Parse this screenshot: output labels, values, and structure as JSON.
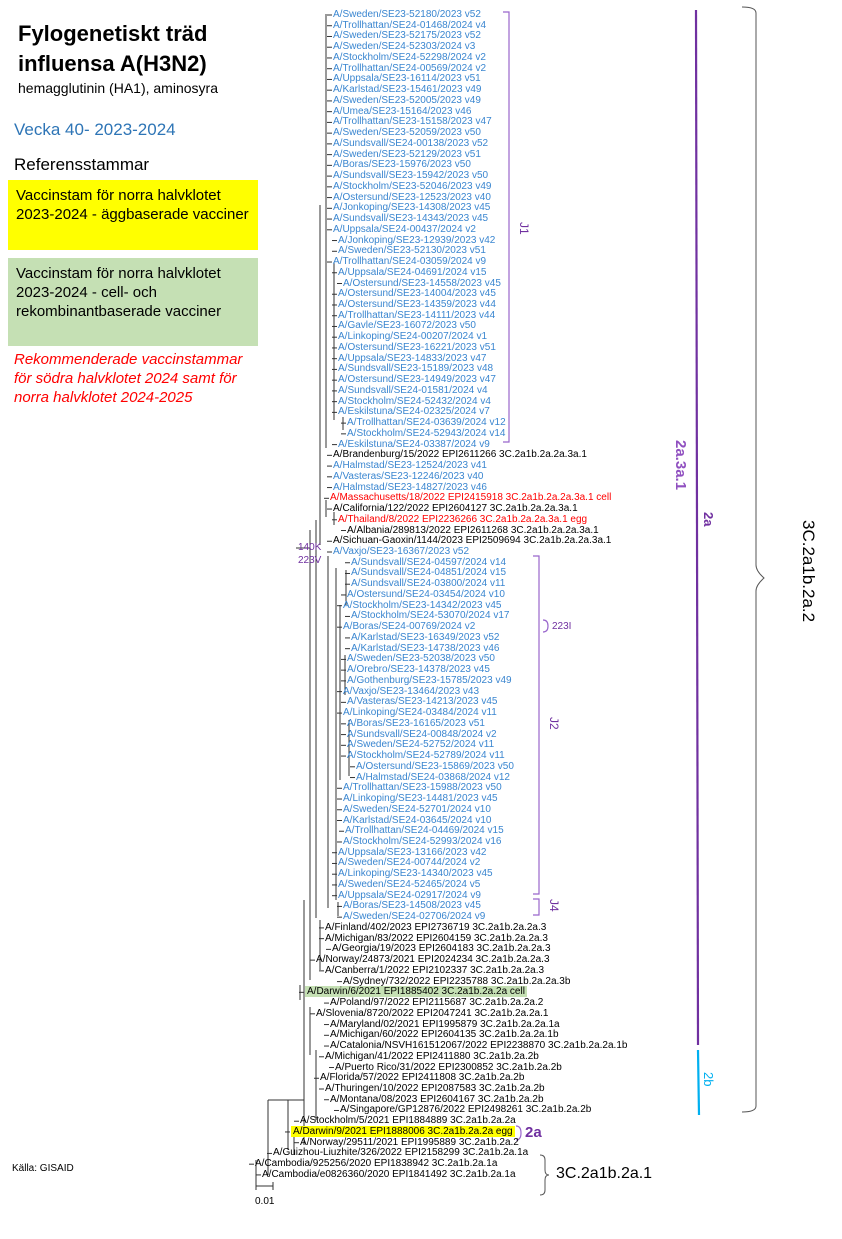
{
  "header": {
    "title_line1": "Fylogenetiskt träd",
    "title_line2": "influensa A(H3N2)",
    "subtitle": "hemagglutinin (HA1), aminosyra",
    "week": "Vecka 40-  2023-2024",
    "reference_heading": "Referensstammar"
  },
  "legend": {
    "egg_vaccine": "Vaccinstam för norra halvklotet 2023-2024 - äggbaserade vacciner",
    "cell_vaccine": "Vaccinstam för norra halvklotet 2023-2024 - cell- och rekombinantbaserade vacciner",
    "recommended": "Rekommenderade vaccinstammar för södra halvklotet 2024 samt för norra halvklotet 2024-2025"
  },
  "source": "Källa: GISAID",
  "scale_bar": "0.01",
  "colors": {
    "blue": "#3a86d0",
    "red": "#ff0000",
    "purple": "#7030a0",
    "cyan": "#00b0f0",
    "yellow": "#ffff00",
    "green": "#c5e0b4"
  },
  "annotations": {
    "j1": "J1",
    "j2": "J2",
    "j4": "J4",
    "m223i": "223I",
    "m140k": "140K",
    "m223v": "223V",
    "clade_2a3a1": "2a.3a.1",
    "clade_2a": "2a",
    "clade_2b": "2b",
    "clade_2a_small": "2a",
    "clade_main": "3C.2a1b.2a.2",
    "clade_2a1": "3C.2a1b.2a.1"
  },
  "leaves": [
    {
      "t": "A/Sweden/SE23-52180/2023 v52",
      "c": "b",
      "d": 0
    },
    {
      "t": "A/Trollhattan/SE24-01468/2024 v4",
      "c": "b",
      "d": 0
    },
    {
      "t": "A/Sweden/SE23-52175/2023 v52",
      "c": "b",
      "d": 0
    },
    {
      "t": "A/Sweden/SE24-52303/2024 v3",
      "c": "b",
      "d": 0
    },
    {
      "t": "A/Stockholm/SE24-52298/2024 v2",
      "c": "b",
      "d": 0
    },
    {
      "t": "A/Trollhattan/SE24-00569/2024 v2",
      "c": "b",
      "d": 0
    },
    {
      "t": "A/Uppsala/SE23-16114/2023 v51",
      "c": "b",
      "d": 0
    },
    {
      "t": "A/Karlstad/SE23-15461/2023 v49",
      "c": "b",
      "d": 0
    },
    {
      "t": "A/Sweden/SE23-52005/2023 v49",
      "c": "b",
      "d": 0
    },
    {
      "t": "A/Umea/SE23-15164/2023 v46",
      "c": "b",
      "d": 0
    },
    {
      "t": "A/Trollhattan/SE23-15158/2023 v47",
      "c": "b",
      "d": 0
    },
    {
      "t": "A/Sweden/SE23-52059/2023 v50",
      "c": "b",
      "d": 0
    },
    {
      "t": "A/Sundsvall/SE24-00138/2023 v52",
      "c": "b",
      "d": 0
    },
    {
      "t": "A/Sweden/SE23-52129/2023 v51",
      "c": "b",
      "d": 0
    },
    {
      "t": "A/Boras/SE23-15976/2023 v50",
      "c": "b",
      "d": 0
    },
    {
      "t": "A/Sundsvall/SE23-15942/2023 v50",
      "c": "b",
      "d": 0
    },
    {
      "t": "A/Stockholm/SE23-52046/2023 v49",
      "c": "b",
      "d": 0
    },
    {
      "t": "A/Ostersund/SE23-12523/2023 v40",
      "c": "b",
      "d": 0
    },
    {
      "t": "A/Jonkoping/SE23-14308/2023 v45",
      "c": "b",
      "d": 0
    },
    {
      "t": "A/Sundsvall/SE23-14343/2023 v45",
      "c": "b",
      "d": 0
    },
    {
      "t": "A/Uppsala/SE24-00437/2024 v2",
      "c": "b",
      "d": 0
    },
    {
      "t": "A/Jonkoping/SE23-12939/2023 v42",
      "c": "b",
      "d": 5
    },
    {
      "t": "A/Sweden/SE23-52130/2023 v51",
      "c": "b",
      "d": 5
    },
    {
      "t": "A/Trollhattan/SE24-03059/2024 v9",
      "c": "b",
      "d": 0
    },
    {
      "t": "A/Uppsala/SE24-04691/2024 v15",
      "c": "b",
      "d": 5
    },
    {
      "t": "A/Ostersund/SE23-14558/2023 v45",
      "c": "b",
      "d": 10
    },
    {
      "t": "A/Ostersund/SE23-14004/2023 v45",
      "c": "b",
      "d": 5
    },
    {
      "t": "A/Ostersund/SE23-14359/2023 v44",
      "c": "b",
      "d": 5
    },
    {
      "t": "A/Trollhattan/SE23-14111/2023 v44",
      "c": "b",
      "d": 5
    },
    {
      "t": "A/Gavle/SE23-16072/2023 v50",
      "c": "b",
      "d": 5
    },
    {
      "t": "A/Linkoping/SE24-00207/2024 v1",
      "c": "b",
      "d": 5
    },
    {
      "t": "A/Ostersund/SE23-16221/2023 v51",
      "c": "b",
      "d": 5
    },
    {
      "t": "A/Uppsala/SE23-14833/2023 v47",
      "c": "b",
      "d": 5
    },
    {
      "t": "A/Sundsvall/SE23-15189/2023 v48",
      "c": "b",
      "d": 5
    },
    {
      "t": "A/Ostersund/SE23-14949/2023 v47",
      "c": "b",
      "d": 5
    },
    {
      "t": "A/Sundsvall/SE24-01581/2024 v4",
      "c": "b",
      "d": 5
    },
    {
      "t": "A/Stockholm/SE24-52432/2024 v4",
      "c": "b",
      "d": 5
    },
    {
      "t": "A/Eskilstuna/SE24-02325/2024 v7",
      "c": "b",
      "d": 5
    },
    {
      "t": "A/Trollhattan/SE24-03639/2024 v12",
      "c": "b",
      "d": 14
    },
    {
      "t": "A/Stockholm/SE24-52943/2024 v14",
      "c": "b",
      "d": 14
    },
    {
      "t": "A/Eskilstuna/SE24-03387/2024 v9",
      "c": "b",
      "d": 5
    },
    {
      "t": "A/Brandenburg/15/2022 EPI2611266 3C.2a1b.2a.2a.3a.1",
      "c": "k",
      "d": 0
    },
    {
      "t": "A/Halmstad/SE23-12524/2023 v41",
      "c": "b",
      "d": 0
    },
    {
      "t": "A/Vasteras/SE23-12246/2023 v40",
      "c": "b",
      "d": 0
    },
    {
      "t": "A/Halmstad/SE23-14827/2023 v46",
      "c": "b",
      "d": 0
    },
    {
      "t": "A/Massachusetts/18/2022 EPI2415918 3C.2a1b.2a.2a.3a.1 cell",
      "c": "r",
      "d": -3
    },
    {
      "t": "A/California/122/2022 EPI2604127 3C.2a1b.2a.2a.3a.1",
      "c": "k",
      "d": 0
    },
    {
      "t": "A/Thailand/8/2022 EPI2236266 3C.2a1b.2a.2a.3a.1 egg",
      "c": "r",
      "d": 5
    },
    {
      "t": "A/Albania/289813/2022 EPI2611268 3C.2a1b.2a.2a.3a.1",
      "c": "k",
      "d": 14
    },
    {
      "t": "A/Sichuan-Gaoxin/1144/2023 EPI2509694 3C.2a1b.2a.2a.3a.1",
      "c": "k",
      "d": 0
    },
    {
      "t": "A/Vaxjo/SE23-16367/2023 v52",
      "c": "b",
      "d": 0
    },
    {
      "t": "A/Sundsvall/SE24-04597/2024 v14",
      "c": "b",
      "d": 18
    },
    {
      "t": "A/Sundsvall/SE24-04851/2024 v15",
      "c": "b",
      "d": 18
    },
    {
      "t": "A/Sundsvall/SE24-03800/2024 v11",
      "c": "b",
      "d": 18
    },
    {
      "t": "A/Ostersund/SE24-03454/2024 v10",
      "c": "b",
      "d": 14
    },
    {
      "t": "A/Stockholm/SE23-14342/2023 v45",
      "c": "b",
      "d": 10
    },
    {
      "t": "A/Stockholm/SE24-53070/2024 v17",
      "c": "b",
      "d": 18
    },
    {
      "t": "A/Boras/SE24-00769/2024 v2",
      "c": "b",
      "d": 10
    },
    {
      "t": "A/Karlstad/SE23-16349/2023 v52",
      "c": "b",
      "d": 18
    },
    {
      "t": "A/Karlstad/SE23-14738/2023 v46",
      "c": "b",
      "d": 18
    },
    {
      "t": "A/Sweden/SE23-52038/2023 v50",
      "c": "b",
      "d": 14
    },
    {
      "t": "A/Orebro/SE23-14378/2023 v45",
      "c": "b",
      "d": 14
    },
    {
      "t": "A/Gothenburg/SE23-15785/2023 v49",
      "c": "b",
      "d": 14
    },
    {
      "t": "A/Vaxjo/SE23-13464/2023 v43",
      "c": "b",
      "d": 10
    },
    {
      "t": "A/Vasteras/SE23-14213/2023 v45",
      "c": "b",
      "d": 14
    },
    {
      "t": "A/Linkoping/SE24-03484/2024 v11",
      "c": "b",
      "d": 10
    },
    {
      "t": "A/Boras/SE23-16165/2023 v51",
      "c": "b",
      "d": 14
    },
    {
      "t": "A/Sundsvall/SE24-00848/2024 v2",
      "c": "b",
      "d": 14
    },
    {
      "t": "A/Sweden/SE24-52752/2024 v11",
      "c": "b",
      "d": 14
    },
    {
      "t": "A/Stockholm/SE24-52789/2024 v11",
      "c": "b",
      "d": 14
    },
    {
      "t": "A/Ostersund/SE23-15869/2023 v50",
      "c": "b",
      "d": 23
    },
    {
      "t": "A/Halmstad/SE24-03868/2024 v12",
      "c": "b",
      "d": 23
    },
    {
      "t": "A/Trollhattan/SE23-15988/2023 v50",
      "c": "b",
      "d": 10
    },
    {
      "t": "A/Linkoping/SE23-14481/2023 v45",
      "c": "b",
      "d": 10
    },
    {
      "t": "A/Sweden/SE24-52701/2024 v10",
      "c": "b",
      "d": 10
    },
    {
      "t": "A/Karlstad/SE24-03645/2024 v10",
      "c": "b",
      "d": 10
    },
    {
      "t": "A/Trollhattan/SE24-04469/2024 v15",
      "c": "b",
      "d": 12
    },
    {
      "t": "A/Stockholm/SE24-52993/2024 v16",
      "c": "b",
      "d": 10
    },
    {
      "t": "A/Uppsala/SE23-13166/2023 v42",
      "c": "b",
      "d": 5
    },
    {
      "t": "A/Sweden/SE24-00744/2024 v2",
      "c": "b",
      "d": 5
    },
    {
      "t": "A/Linkoping/SE23-14340/2023 v45",
      "c": "b",
      "d": 5
    },
    {
      "t": "A/Sweden/SE24-52465/2024 v5",
      "c": "b",
      "d": 5
    },
    {
      "t": "A/Uppsala/SE24-02917/2024 v9",
      "c": "b",
      "d": 5
    },
    {
      "t": "A/Boras/SE23-14508/2023 v45",
      "c": "b",
      "d": 10
    },
    {
      "t": "A/Sweden/SE24-02706/2024 v9",
      "c": "b",
      "d": 10
    },
    {
      "t": "A/Finland/402/2023 EPI2736719 3C.2a1b.2a.2a.3",
      "c": "k",
      "d": -8
    },
    {
      "t": "A/Michigan/83/2022 EPI2604159 3C.2a1b.2a.2a.3",
      "c": "k",
      "d": -8
    },
    {
      "t": "A/Georgia/19/2023 EPI2604183 3C.2a1b.2a.2a.3",
      "c": "k",
      "d": -1
    },
    {
      "t": "A/Norway/24873/2021 EPI2024234 3C.2a1b.2a.2a.3",
      "c": "k",
      "d": -17
    },
    {
      "t": "A/Canberra/1/2022 EPI2102337 3C.2a1b.2a.2a.3",
      "c": "k",
      "d": -8
    },
    {
      "t": "A/Sydney/732/2022 EPI2235788 3C.2a1b.2a.2a.3b",
      "c": "k",
      "d": 10
    },
    {
      "t": "A/Darwin/6/2021 EPI1885402 3C.2a1b.2a.2a cell",
      "c": "g",
      "d": -28
    },
    {
      "t": "A/Poland/97/2022 EPI2115687 3C.2a1b.2a.2a.2",
      "c": "k",
      "d": -3
    },
    {
      "t": "A/Slovenia/8720/2022 EPI2047241 3C.2a1b.2a.2a.1",
      "c": "k",
      "d": -17
    },
    {
      "t": "A/Maryland/02/2021 EPI1995879 3C.2a1b.2a.2a.1a",
      "c": "k",
      "d": -3
    },
    {
      "t": "A/Michigan/60/2022 EPI2604135 3C.2a1b.2a.2a.1b",
      "c": "k",
      "d": -3
    },
    {
      "t": "A/Catalonia/NSVH161512067/2022 EPI2238870 3C.2a1b.2a.2a.1b",
      "c": "k",
      "d": -3
    },
    {
      "t": "A/Michigan/41/2022 EPI2411880 3C.2a1b.2a.2b",
      "c": "k",
      "d": -8
    },
    {
      "t": "A/Puerto Rico/31/2022 EPI2300852 3C.2a1b.2a.2b",
      "c": "k",
      "d": 2
    },
    {
      "t": "A/Florida/57/2022 EPI2411808 3C.2a1b.2a.2b",
      "c": "k",
      "d": -13
    },
    {
      "t": "A/Thuringen/10/2022 EPI2087583 3C.2a1b.2a.2b",
      "c": "k",
      "d": -8
    },
    {
      "t": "A/Montana/08/2023 EPI2604167 3C.2a1b.2a.2b",
      "c": "k",
      "d": -3
    },
    {
      "t": "A/Singapore/GP12876/2022 EPI2498261 3C.2a1b.2a.2b",
      "c": "k",
      "d": 7
    },
    {
      "t": "A/Stockholm/5/2021 EPI1884889 3C.2a1b.2a.2a",
      "c": "k",
      "d": -33
    },
    {
      "t": "A/Darwin/9/2021 EPI1888006 3C.2a1b.2a.2a egg",
      "c": "y",
      "d": -42
    },
    {
      "t": "A/Norway/29511/2021 EPI1995889 3C.2a1b.2a.2",
      "c": "k",
      "d": -33
    },
    {
      "t": "A/Guizhou-Liuzhite/326/2022 EPI2158299 3C.2a1b.2a.1a",
      "c": "k",
      "d": -60
    },
    {
      "t": "A/Cambodia/925256/2020 EPI1838942 3C.2a1b.2a.1a",
      "c": "k",
      "d": -78
    },
    {
      "t": "A/Cambodia/e0826360/2020 EPI1841492 3C.2a1b.2a.1a",
      "c": "k",
      "d": -71
    }
  ]
}
